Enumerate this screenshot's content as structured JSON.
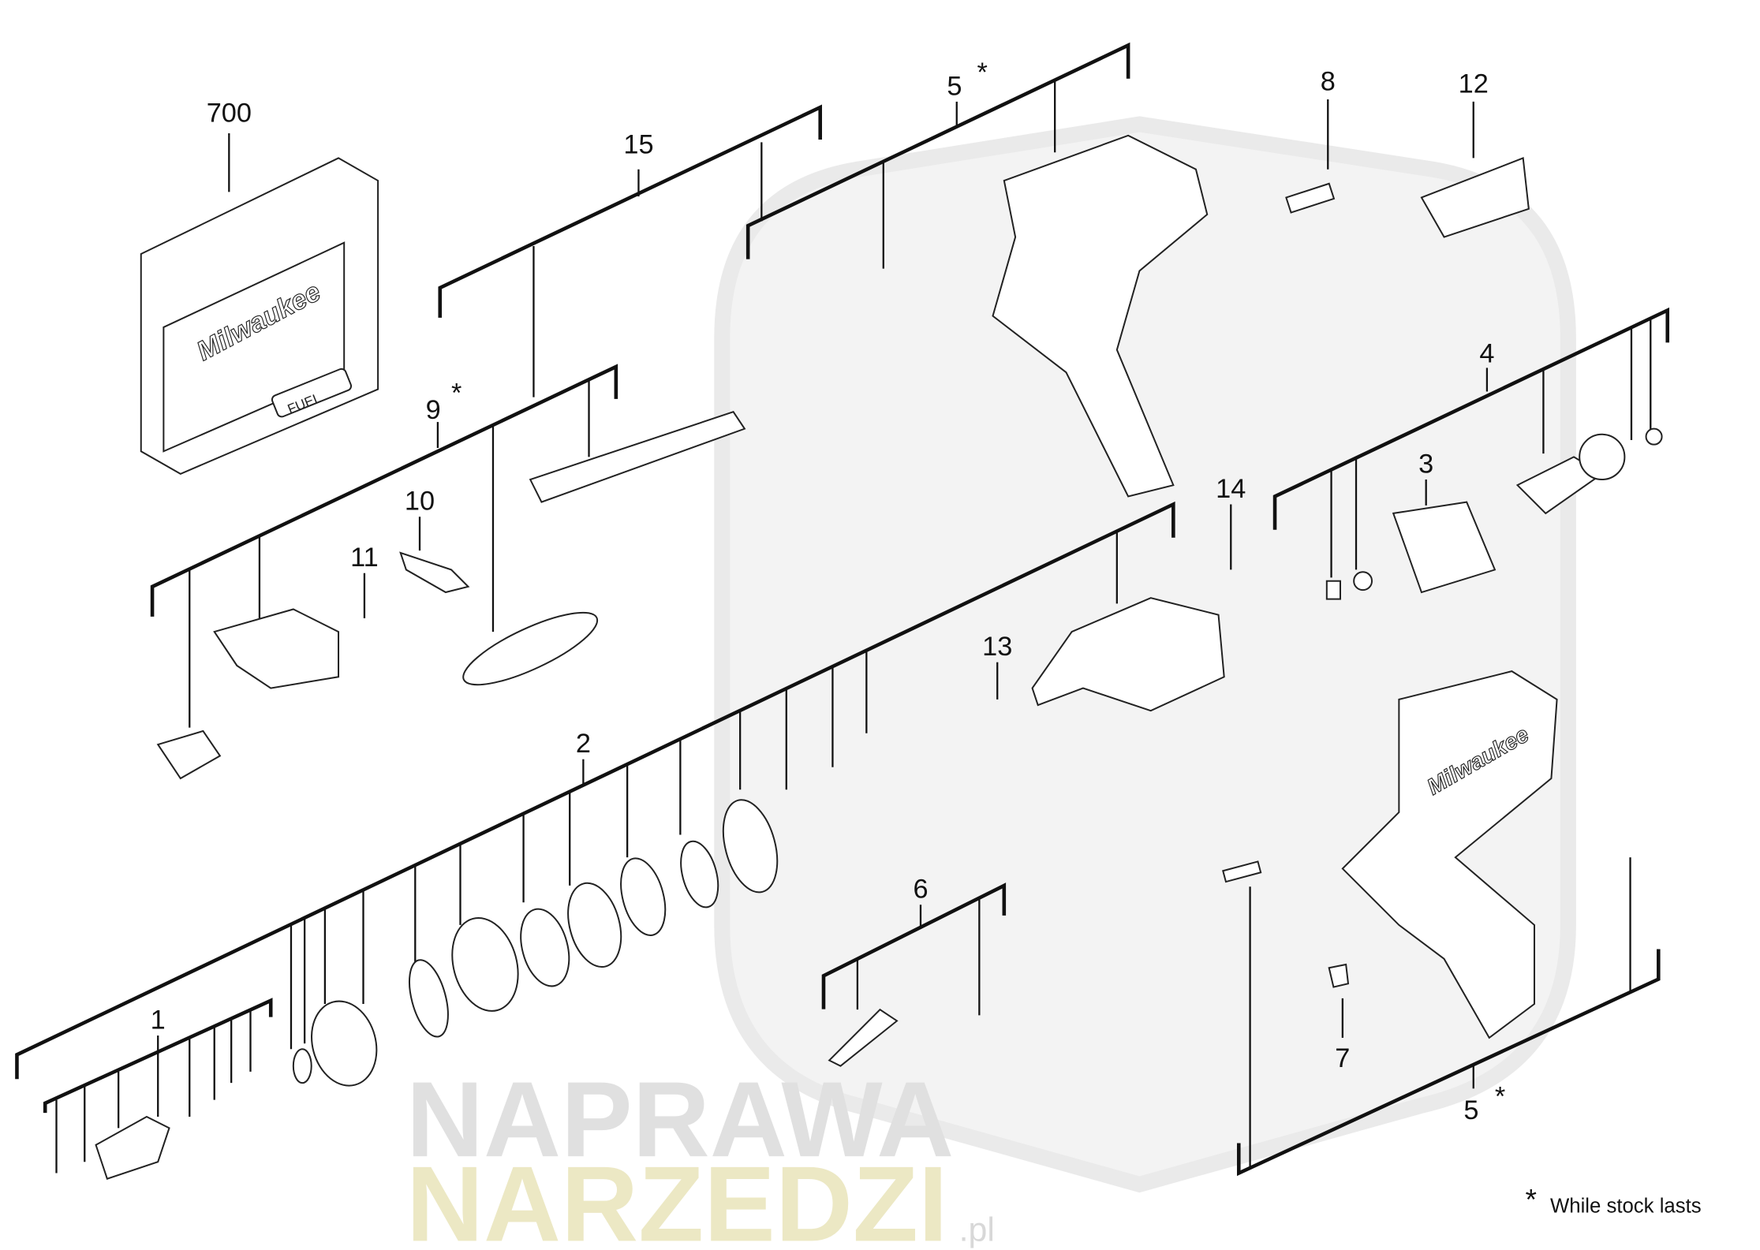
{
  "diagram": {
    "labels": {
      "case": "700",
      "electronics": "15",
      "housing_top": "5",
      "housing_top_star": "*",
      "part8": "8",
      "part12": "12",
      "switch": "9",
      "switch_star": "*",
      "part10": "10",
      "part11": "11",
      "motor": "4",
      "stator": "3",
      "part14": "14",
      "part13": "13",
      "gearbox": "2",
      "part6": "6",
      "chuck": "1",
      "part7": "7",
      "housing_bottom": "5",
      "housing_bottom_star": "*"
    },
    "case_logo": "Milwaukee",
    "case_badge": "FUEL",
    "watermark_line1": "NAPRAWA",
    "watermark_line2": "NARZEDZI",
    "watermark_suffix": ".pl",
    "footnote_star": "*",
    "footnote": "While stock lasts",
    "colors": {
      "line": "#111111",
      "watermark": "#ececec",
      "watermark_accent": "#f6f4de"
    }
  }
}
